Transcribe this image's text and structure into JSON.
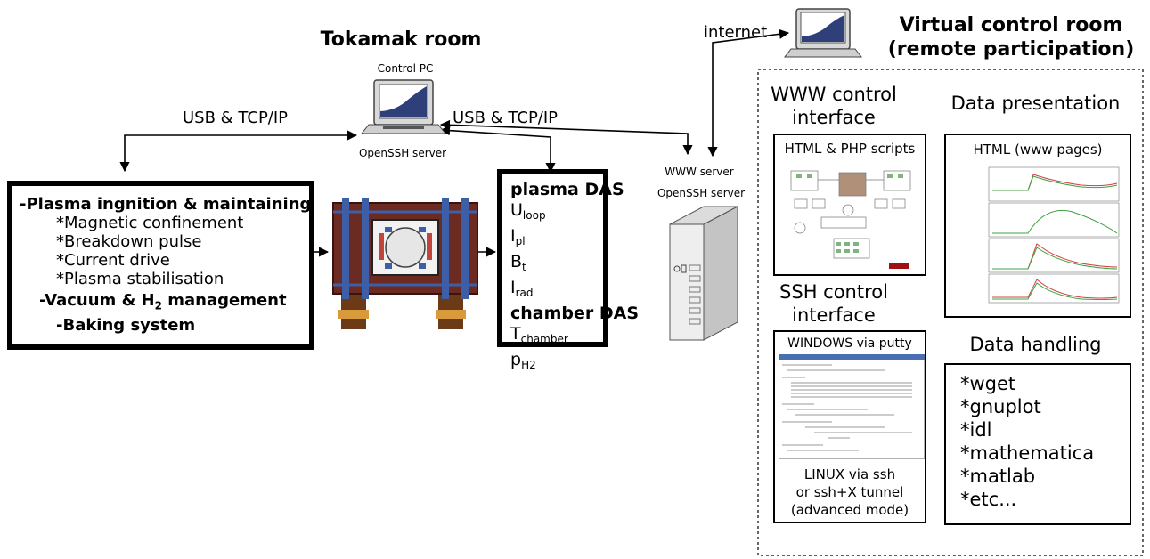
{
  "tokamak_room": {
    "title": "Tokamak room",
    "control_pc_label": "Control PC",
    "openssh_server_label": "OpenSSH server",
    "usb_left": "USB & TCP/IP",
    "usb_right": "USB & TCP/IP",
    "plasma_box": {
      "items": [
        {
          "text": "-Plasma ingnition & maintaining",
          "bold": true
        },
        {
          "text": "*Magnetic confinement",
          "bold": false
        },
        {
          "text": "*Breakdown pulse",
          "bold": false
        },
        {
          "text": "*Current drive",
          "bold": false
        },
        {
          "text": "*Plasma stabilisation",
          "bold": false
        }
      ],
      "vacuum_prefix": "-Vacuum & H",
      "vacuum_sub": "2",
      "vacuum_suffix": " management",
      "baking": "-Baking system"
    },
    "das_box": {
      "plasma_das": "plasma DAS",
      "signals": [
        {
          "main": "U",
          "sub": "loop"
        },
        {
          "main": "I",
          "sub": "pl"
        },
        {
          "main": "B",
          "sub": "t"
        },
        {
          "main": "I",
          "sub": "rad"
        }
      ],
      "chamber_das": "chamber DAS",
      "chamber_signals": [
        {
          "main": "T",
          "sub": "chamber"
        },
        {
          "main": "p",
          "sub": "H2"
        }
      ]
    }
  },
  "server": {
    "www_server": "WWW server",
    "openssh_server": "OpenSSH server",
    "internet": "internet"
  },
  "virtual_room": {
    "title_line1": "Virtual control room",
    "title_line2": "(remote participation)",
    "www_control_line1": "WWW control",
    "www_control_line2": "interface",
    "html_php": "HTML & PHP scripts",
    "data_presentation": "Data presentation",
    "html_pages": "HTML (www pages)",
    "ssh_control_line1": "SSH control",
    "ssh_control_line2": "interface",
    "windows_putty": "WINDOWS via putty",
    "linux_line1": "LINUX via ssh",
    "linux_line2": "or ssh+X tunnel",
    "linux_line3": "(advanced mode)",
    "data_handling": "Data handling",
    "handling_items": [
      "*wget",
      "*gnuplot",
      "*idl",
      "*mathematica",
      "*matlab",
      "*etc..."
    ]
  },
  "colors": {
    "monitor_screen": "#2e3f7a",
    "tokamak_brown": "#6b2a22",
    "tokamak_blue": "#3c5fa8",
    "led_red": "#a01010"
  }
}
